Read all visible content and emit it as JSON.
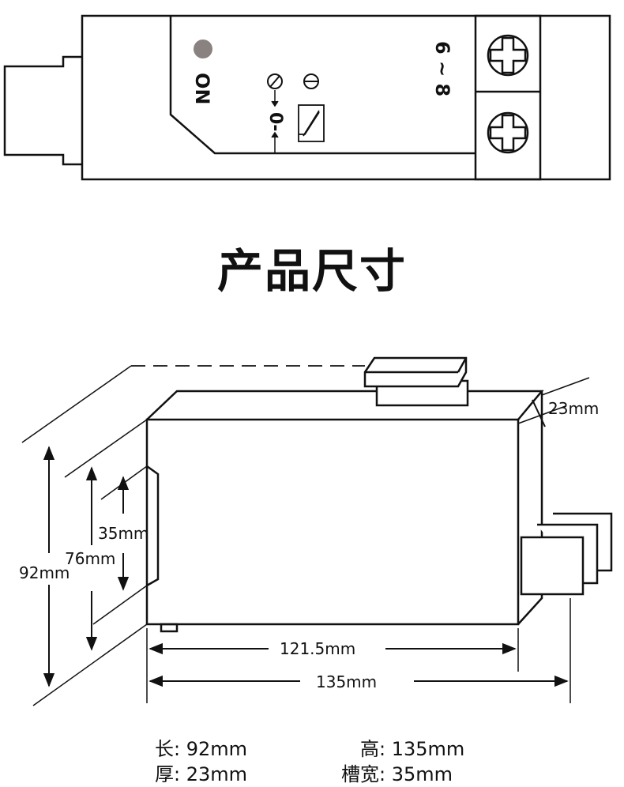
{
  "front_view": {
    "on_label": "ON",
    "terminal_label": "6 ~ 8",
    "zero_label": "0-"
  },
  "title": "产品尺寸",
  "dimensions": {
    "height_total": "92mm",
    "height_mid": "76mm",
    "height_slot": "35mm",
    "depth": "23mm",
    "length_inner": "121.5mm",
    "length_total": "135mm"
  },
  "specs": {
    "length": "长: 92mm",
    "height": "高: 135mm",
    "thickness": "厚: 23mm",
    "slot_width": "槽宽:  35mm"
  }
}
